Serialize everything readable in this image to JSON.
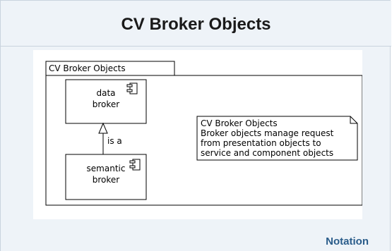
{
  "panel": {
    "title": "CV Broker Objects",
    "notation_link": "Notation"
  },
  "diagram": {
    "package_label": "CV Broker Objects",
    "components": [
      {
        "line1": "data",
        "line2": "broker"
      },
      {
        "line1": "semantic",
        "line2": "broker"
      }
    ],
    "relation_label": "is a",
    "note": {
      "lines": [
        "CV Broker Objects",
        "Broker objects manage request",
        "from presentation objects to",
        "service and component objects"
      ]
    }
  }
}
